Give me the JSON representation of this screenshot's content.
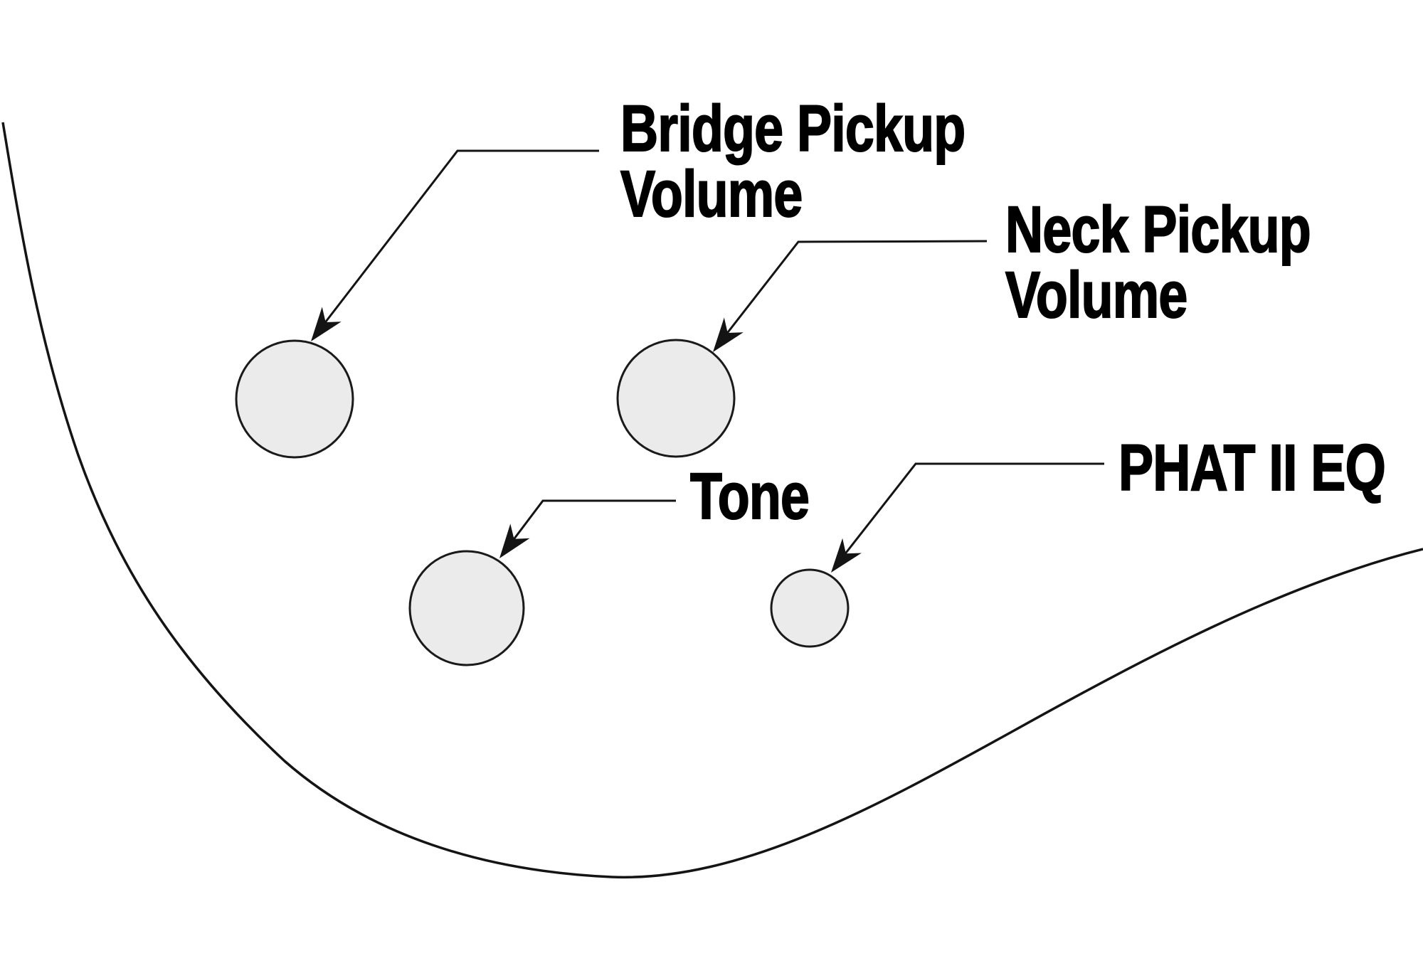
{
  "diagram": {
    "type": "guitar-controls-callout-diagram",
    "labels": {
      "bridge_volume": {
        "line1": "Bridge Pickup",
        "line2": "Volume"
      },
      "neck_volume": {
        "line1": "Neck Pickup",
        "line2": "Volume"
      },
      "tone": {
        "text": "Tone"
      },
      "phat_eq": {
        "text": "PHAT II EQ"
      }
    },
    "knobs": [
      {
        "name": "bridge-pickup-volume-knob"
      },
      {
        "name": "neck-pickup-volume-knob"
      },
      {
        "name": "tone-knob"
      },
      {
        "name": "phat-ii-eq-knob"
      }
    ],
    "colors": {
      "background": "#ffffff",
      "text": "#000000",
      "line": "#141414",
      "knob_fill": "#ebebeb",
      "knob_stroke": "#1a1a1a"
    }
  }
}
